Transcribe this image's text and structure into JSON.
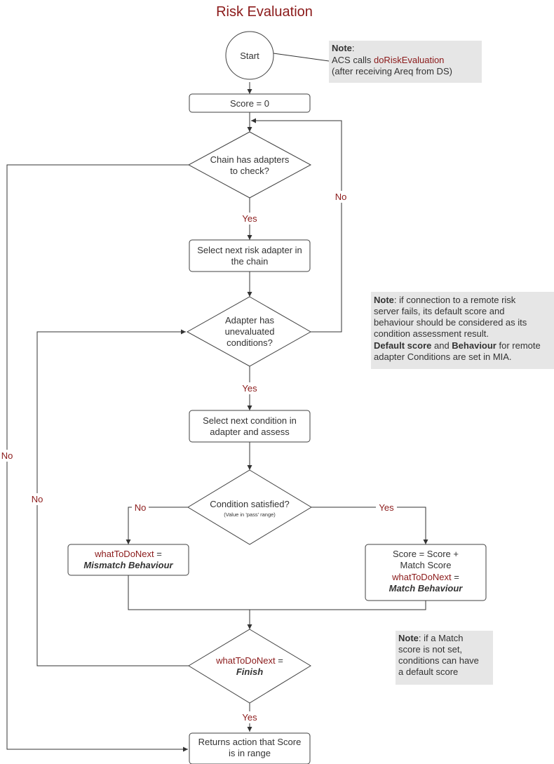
{
  "title": "Risk Evaluation",
  "nodes": {
    "start": "Start",
    "score_init": "Score = 0",
    "chain_check": [
      "Chain has adapters",
      "to check?"
    ],
    "select_adapter": [
      "Select next risk adapter in",
      "the chain"
    ],
    "adapter_check": [
      "Adapter has",
      "unevaluated",
      "conditions?"
    ],
    "select_condition": [
      "Select next condition in",
      "adapter and assess"
    ],
    "condition_check": "Condition satisfied?",
    "condition_check_sub": "(Value in 'pass' range)",
    "mismatch": {
      "var": "whatToDoNext",
      "eq": " =",
      "value": "Mismatch Behaviour"
    },
    "match": {
      "line1": "Score = Score +",
      "line2": "Match Score",
      "var": "whatToDoNext",
      "eq": " =",
      "value": "Match Behaviour"
    },
    "finish_check": {
      "var": "whatToDoNext",
      "eq": " =",
      "value": "Finish"
    },
    "returns": [
      "Returns action that Score",
      "is in range"
    ]
  },
  "edge_labels": {
    "yes": "Yes",
    "no": "No"
  },
  "notes": {
    "note1": {
      "heading": "Note",
      "colon": ":",
      "line2_prefix": "ACS calls ",
      "line2_func": "doRiskEvaluation",
      "line3": "(after receiving Areq from DS)"
    },
    "note2": {
      "heading": "Note",
      "line1_rest": ": if connection to a remote risk",
      "line2": "server fails, its default score and",
      "line3": "behaviour should be considered as its",
      "line4": "condition assessment result.",
      "bold_a": "Default score",
      "and": " and ",
      "bold_b": "Behaviour",
      "line5_rest": " for remote",
      "line6": "adapter Conditions are set in MIA."
    },
    "note3": {
      "heading": "Note",
      "line1_rest": ": if a Match",
      "line2": "score is not set,",
      "line3": "conditions can have",
      "line4": "a default score"
    }
  }
}
